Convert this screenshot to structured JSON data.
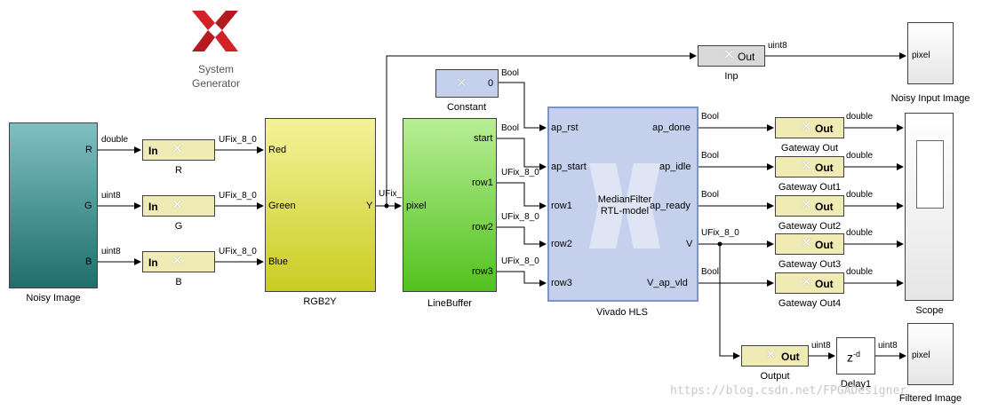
{
  "logo": {
    "line1": "System",
    "line2": "Generator"
  },
  "blocks": {
    "noisy_image": "Noisy Image",
    "r": "R",
    "g": "G",
    "b": "B",
    "rgb2y": "RGB2Y",
    "constant": "Constant",
    "linebuffer": "LineBuffer",
    "vivado_hls": "Vivado HLS",
    "inp": "Inp",
    "noisy_input_image": "Noisy Input Image",
    "gateway_out": "Gateway Out",
    "gateway_out1": "Gateway Out1",
    "gateway_out2": "Gateway Out2",
    "gateway_out3": "Gateway Out3",
    "gateway_out4": "Gateway Out4",
    "scope": "Scope",
    "output": "Output",
    "delay1": "Delay1",
    "filtered_image": "Filtered Image"
  },
  "block_text": {
    "in": "In",
    "out": "Out",
    "constant_value": "0",
    "delay_expr": "z",
    "delay_exp": "-d",
    "pixel": "pixel",
    "hls_line1": "MedianFilter",
    "hls_line2": "RTL-model"
  },
  "ports": {
    "noisy_r": "R",
    "noisy_g": "G",
    "noisy_b": "B",
    "rgb_red": "Red",
    "rgb_green": "Green",
    "rgb_blue": "Blue",
    "rgb_y": "Y",
    "lb_pixel": "pixel",
    "lb_start": "start",
    "lb_row1": "row1",
    "lb_row2": "row2",
    "lb_row3": "row3",
    "hls_ap_rst": "ap_rst",
    "hls_ap_start": "ap_start",
    "hls_row1": "row1",
    "hls_row2": "row2",
    "hls_row3": "row3",
    "hls_ap_done": "ap_done",
    "hls_ap_idle": "ap_idle",
    "hls_ap_ready": "ap_ready",
    "hls_v": "V",
    "hls_v_ap_vld": "V_ap_vld"
  },
  "signals": {
    "double": "double",
    "uint8": "uint8",
    "ufix": "UFix_8_0",
    "ufix_short": "UFix_",
    "bool": "Bool"
  },
  "watermark": "https://blog.csdn.net/FPGADesigner",
  "colors": {
    "noisy_top": "#7fbfc3",
    "noisy_bottom": "#1f6f6c",
    "rgb_top": "#f4f39a",
    "rgb_bottom": "#c9cc22",
    "lb_top": "#b8ee96",
    "lb_bottom": "#52c21e",
    "hls": "#c5d1ec",
    "hls_border": "#7f93c8",
    "gateway": "#f0eab4",
    "constant": "#c5d1ec",
    "logo_red": "#d42027"
  }
}
